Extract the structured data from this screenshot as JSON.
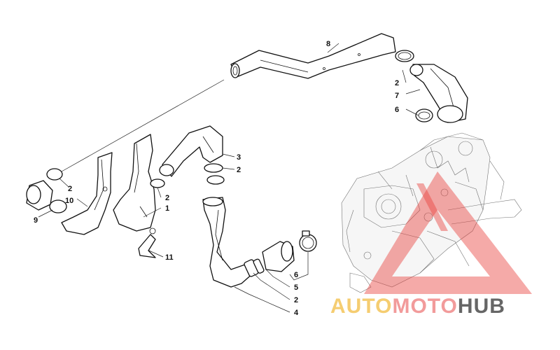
{
  "diagram": {
    "callouts": [
      {
        "id": "c8",
        "text": "8"
      },
      {
        "id": "c2a",
        "text": "2"
      },
      {
        "id": "c7",
        "text": "7"
      },
      {
        "id": "c6a",
        "text": "6"
      },
      {
        "id": "c3",
        "text": "3"
      },
      {
        "id": "c2b",
        "text": "2"
      },
      {
        "id": "c2c",
        "text": "2"
      },
      {
        "id": "c10",
        "text": "10"
      },
      {
        "id": "c2d",
        "text": "2"
      },
      {
        "id": "c1",
        "text": "1"
      },
      {
        "id": "c9",
        "text": "9"
      },
      {
        "id": "c11",
        "text": "11"
      },
      {
        "id": "c6b",
        "text": "6"
      },
      {
        "id": "c5",
        "text": "5"
      },
      {
        "id": "c2e",
        "text": "2"
      },
      {
        "id": "c4",
        "text": "4"
      }
    ]
  },
  "watermark": {
    "part1": "AUTO",
    "part2": "MOTO",
    "part3": "HUB",
    "colors": {
      "auto": "#f2c14e",
      "moto": "#f08a8a",
      "hub": "#333333",
      "triangle": "#e8423f"
    }
  }
}
